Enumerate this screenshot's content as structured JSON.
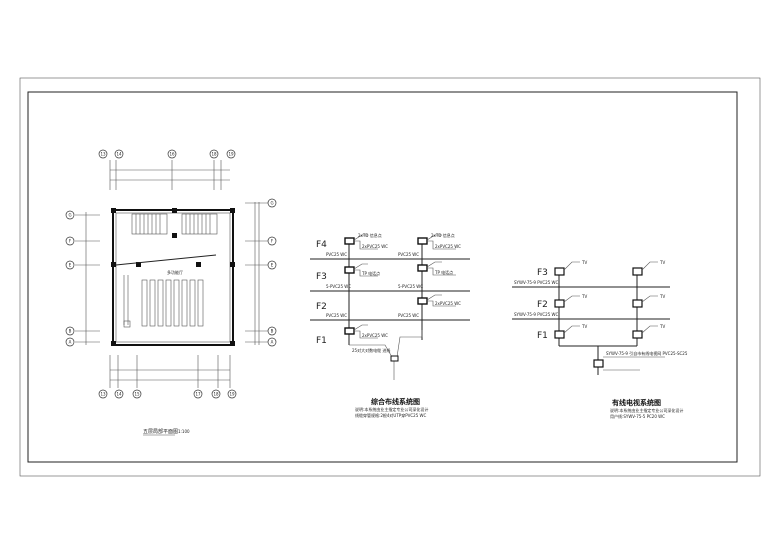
{
  "floor_plan": {
    "title": "五层局部平面图",
    "scale": "1:100",
    "room_label": "多功能厅",
    "axes_top": [
      "13",
      "14",
      "16",
      "18",
      "19"
    ],
    "axes_bottom": [
      "13",
      "14",
      "15",
      "17",
      "18",
      "19"
    ],
    "axes_left": [
      "G",
      "F",
      "E",
      "B",
      "A"
    ],
    "axes_right": [
      "G",
      "F",
      "E",
      "B",
      "A"
    ]
  },
  "cabling_diagram": {
    "title": "综合布线系统图",
    "floors": [
      "F4",
      "F3",
      "F2",
      "F1"
    ],
    "cable_labels": [
      "2xPVC25 WC",
      "5-PVC25 WC",
      "PVC25 WC"
    ],
    "outlet_labels": [
      "2xTD 信息点",
      "TP 电话点"
    ],
    "entry_label": "25对大对数电缆 进线",
    "notes": [
      "说明:本系统由业主指定专业公司深化设计",
      "线缆穿管规格:2根4对UTP穿PVC25 WC"
    ]
  },
  "catv_diagram": {
    "title": "有线电视系统图",
    "floors": [
      "F3",
      "F2",
      "F1"
    ],
    "outlet_label": "TV",
    "riser_label": "SYWV-75-9 PVC25 WC",
    "entry_label": "SYWV-75-9 引自市有线电视网 PVC25-SC25",
    "notes": [
      "说明:本系统由业主指定专业公司深化设计",
      "用户线:SYWV-75-5 PC20 WC"
    ]
  }
}
